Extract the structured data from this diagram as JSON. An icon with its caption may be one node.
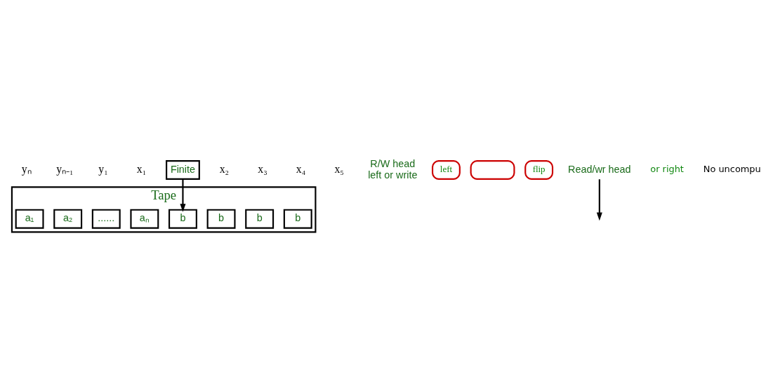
{
  "diagram": {
    "nodes": [
      {
        "text": [
          "Tape"
        ]
      },
      {
        "text": [
          "a₁"
        ],
        "in": 0
      },
      {
        "text": [
          "a₂"
        ],
        "in": 0
      },
      {
        "text": [
          "......"
        ],
        "in": 0
      },
      {
        "text": [
          "aₙ"
        ],
        "in": 0
      },
      {
        "text": [
          "b"
        ],
        "in": 0
      },
      {
        "text": [
          "b"
        ],
        "in": 0
      },
      {
        "text": [
          "b"
        ],
        "in": 0
      },
      {
        "text": [
          "b"
        ],
        "in": 0
      },
      {
        "text": [
          "R/W head",
          "left or write"
        ]
      },
      {
        "text": [
          "left"
        ]
      },
      {
        "text": [],
        "shape": "box"
      },
      {
        "text": [
          "flip"
        ]
      },
      {
        "text": [
          "Read/wr head"
        ]
      },
      {
        "text": [
          "Finite"
        ]
      }
    ],
    "edges": [
      {
        "from": 14,
        "to": 5,
        "arrow": "to"
      },
      {
        "from": 13,
        "to": null,
        "arrow": "to"
      }
    ],
    "labels": [
      "yₙ",
      "yₙ₋₁",
      "y₁",
      "x₁",
      "x₂",
      "x₃",
      "x₄",
      "x₅",
      "or right",
      "No uncompu"
    ]
  }
}
